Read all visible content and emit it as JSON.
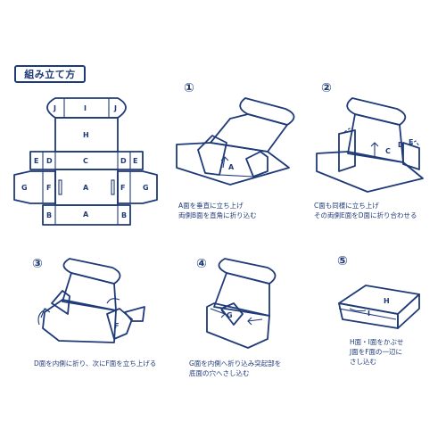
{
  "title": "組み立て方",
  "net": {
    "panel_labels": [
      "J",
      "I",
      "J",
      "H",
      "E",
      "D",
      "C",
      "D",
      "E",
      "G",
      "F",
      "A",
      "F",
      "G",
      "B",
      "A",
      "B"
    ]
  },
  "steps": [
    {
      "number": "①",
      "caption": "A面を垂直に立ち上げ\n両側B面を直角に折り込む",
      "labels": [
        "A"
      ]
    },
    {
      "number": "②",
      "caption": "C面も同様に立ち上げ\nその両側E面をD面に折り合わせる",
      "labels": [
        "C",
        "D",
        "E"
      ]
    },
    {
      "number": "③",
      "caption": "D面を内側に折り、次にF面を立ち上げる",
      "labels": [
        "F"
      ]
    },
    {
      "number": "④",
      "caption": "G面を内側へ折り込み突起部を\n底面の穴へさし込む",
      "labels": [
        "G"
      ]
    },
    {
      "number": "⑤",
      "caption": "H面・I面をかぶせ\nJ面をF面の一辺に\nさし込む",
      "labels": [
        "H",
        "I"
      ]
    }
  ]
}
